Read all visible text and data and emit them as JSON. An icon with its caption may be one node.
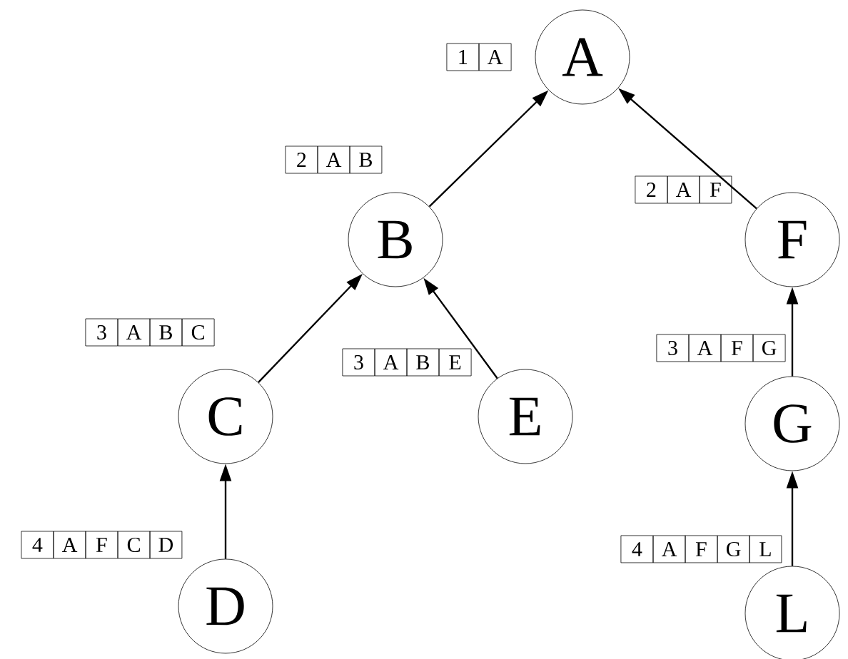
{
  "diagram": {
    "nodes": [
      {
        "text": [
          "A"
        ],
        "beside": [
          "1",
          "A"
        ]
      },
      {
        "text": [
          "B"
        ],
        "beside": [
          "2",
          "A",
          "B"
        ]
      },
      {
        "text": [
          "F"
        ],
        "beside": [
          "2",
          "A",
          "F"
        ]
      },
      {
        "text": [
          "C"
        ],
        "beside": [
          "3",
          "A",
          "B",
          "C"
        ]
      },
      {
        "text": [
          "E"
        ],
        "beside": [
          "3",
          "A",
          "B",
          "E"
        ]
      },
      {
        "text": [
          "G"
        ],
        "beside": [
          "3",
          "A",
          "F",
          "G"
        ]
      },
      {
        "text": [
          "D"
        ],
        "beside": [
          "4",
          "A",
          "F",
          "C",
          "D"
        ]
      },
      {
        "text": [
          "L"
        ],
        "beside": [
          "4",
          "A",
          "F",
          "G",
          "L"
        ]
      }
    ],
    "edges": [
      {
        "from": 1,
        "to": 0,
        "arrow": "to"
      },
      {
        "from": 2,
        "to": 0,
        "arrow": "to"
      },
      {
        "from": 3,
        "to": 1,
        "arrow": "to"
      },
      {
        "from": 4,
        "to": 1,
        "arrow": "to"
      },
      {
        "from": 6,
        "to": 3,
        "arrow": "to"
      },
      {
        "from": 5,
        "to": 2,
        "arrow": "to"
      },
      {
        "from": 7,
        "to": 5,
        "arrow": "to"
      }
    ]
  }
}
